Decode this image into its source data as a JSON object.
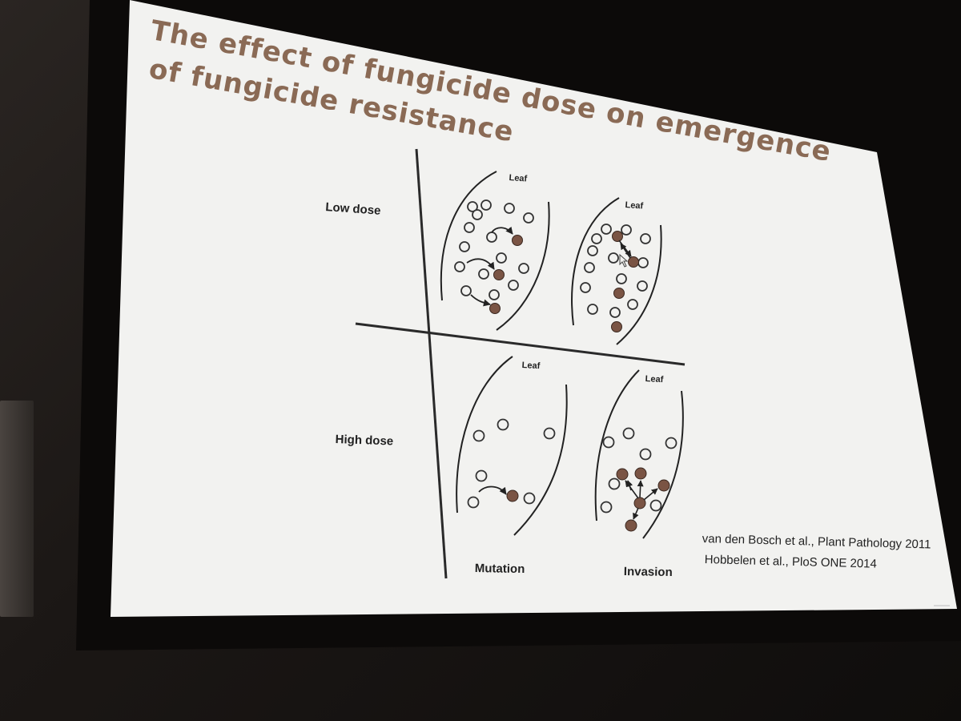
{
  "slide": {
    "title_line1": "The effect of fungicide dose on emergence",
    "title_line2": "of fungicide resistance",
    "row_labels": {
      "low": "Low dose",
      "high": "High dose"
    },
    "column_labels": {
      "left": "Mutation",
      "right": "Invasion"
    },
    "leaf_label": "Leaf",
    "references": [
      "van den Bosch et al., Plant Pathology 2011",
      "Hobbelen et al., PloS ONE 2014"
    ]
  },
  "colors": {
    "title": "#8a6a55",
    "resistant_dot": "#7a5444",
    "screen": "#f2f2f0"
  }
}
